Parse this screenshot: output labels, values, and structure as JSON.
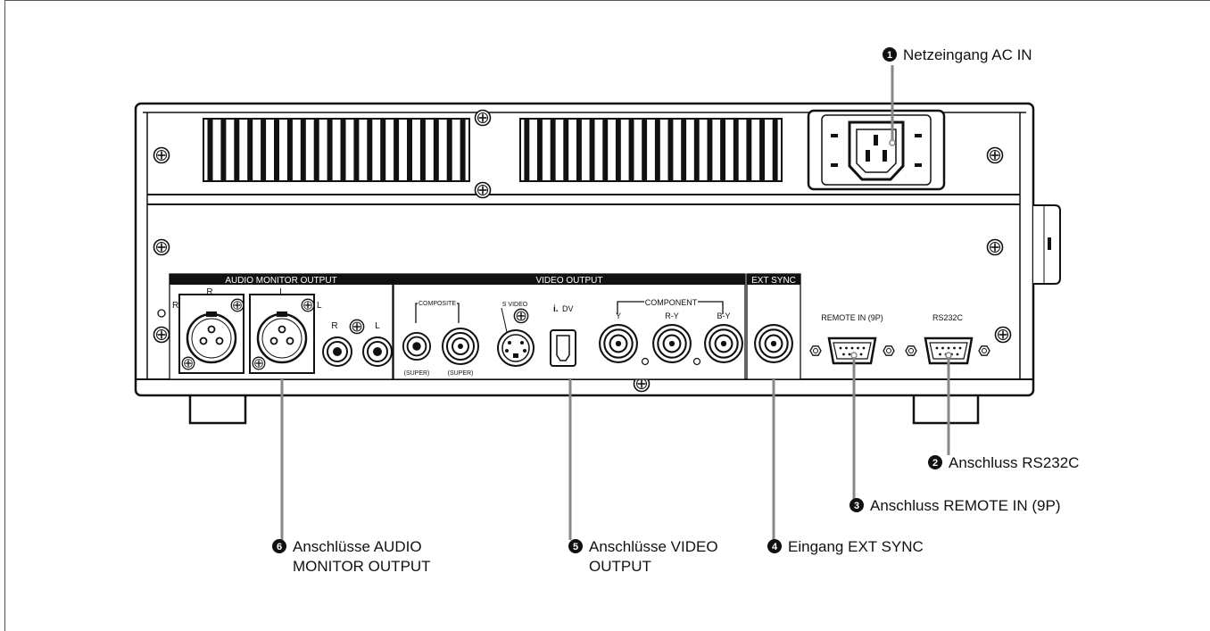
{
  "callouts": [
    {
      "num": "1",
      "label": "Netzeingang AC IN"
    },
    {
      "num": "2",
      "label": "Anschluss RS232C"
    },
    {
      "num": "3",
      "label": "Anschluss REMOTE IN (9P)"
    },
    {
      "num": "4",
      "label": "Eingang EXT SYNC"
    },
    {
      "num": "5",
      "label_line1": "Anschlüsse VIDEO",
      "label_line2": "OUTPUT"
    },
    {
      "num": "6",
      "label_line1": "Anschlüsse AUDIO",
      "label_line2": "MONITOR OUTPUT"
    }
  ],
  "panel": {
    "audio_header": "AUDIO MONITOR OUTPUT",
    "video_header": "VIDEO OUTPUT",
    "ext_header": "EXT SYNC",
    "audio_r": "R",
    "audio_l": "L",
    "audio_side_r": "R",
    "audio_side_l": "L",
    "rca_r": "R",
    "rca_l": "L",
    "composite": "COMPOSITE",
    "super1": "(SUPER)",
    "super2": "(SUPER)",
    "svideo": "S VIDEO",
    "dv": "DV",
    "component": "COMPONENT",
    "comp_y": "Y",
    "comp_ry": "R-Y",
    "comp_by": "B-Y",
    "remote_label": "REMOTE IN (9P)",
    "rs232_label": "RS232C"
  }
}
